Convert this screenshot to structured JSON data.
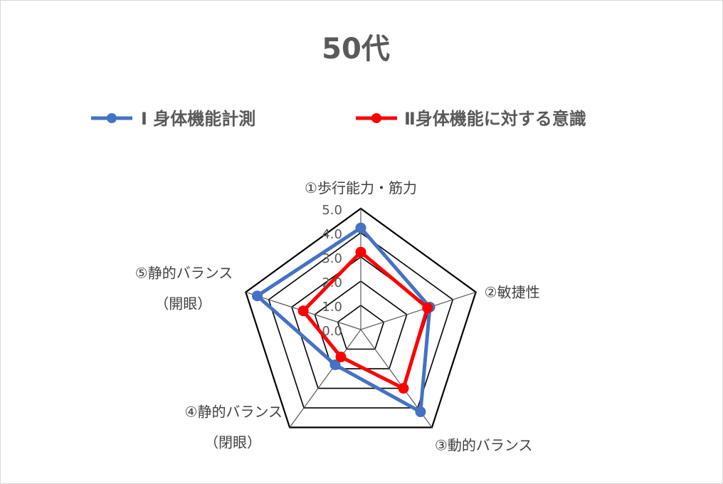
{
  "chart_data": {
    "type": "radar",
    "title": "50代",
    "categories": [
      [
        "①歩行能力・筋力"
      ],
      [
        "②敏捷性"
      ],
      [
        "③動的バランス"
      ],
      [
        "④静的バランス",
        "（閉眼）"
      ],
      [
        "⑤静的バランス",
        "（開眼）"
      ]
    ],
    "ticks": [
      "0.0",
      "1.0",
      "2.0",
      "3.0",
      "4.0",
      "5.0"
    ],
    "rlim": [
      0,
      5
    ],
    "grid": true,
    "legend_position": "top",
    "series": [
      {
        "name": "Ⅰ 身体機能計測",
        "color": "#4472c4",
        "values": [
          4.2,
          3.0,
          4.2,
          1.8,
          4.5
        ]
      },
      {
        "name": "Ⅱ身体機能に対する意識",
        "color": "#ff0000",
        "values": [
          3.2,
          2.9,
          3.0,
          1.4,
          2.5
        ]
      }
    ]
  }
}
